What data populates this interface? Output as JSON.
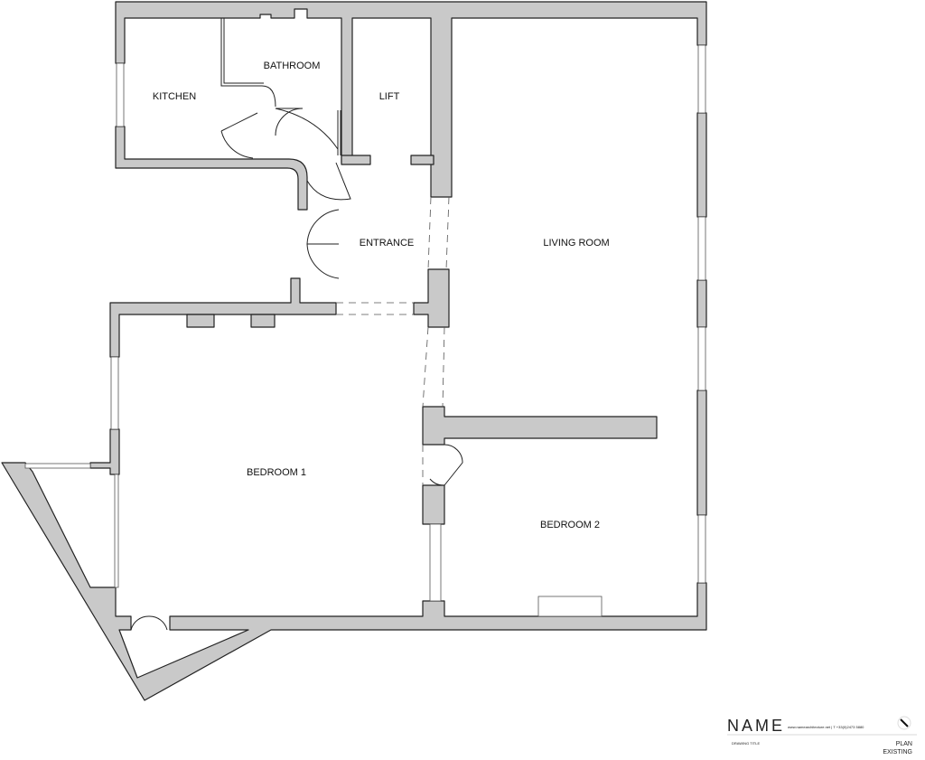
{
  "rooms": {
    "kitchen": "KITCHEN",
    "bathroom": "BATHROOM",
    "lift": "LIFT",
    "entrance": "ENTRANCE",
    "living_room": "LIVING ROOM",
    "bedroom1": "BEDROOM 1",
    "bedroom2": "BEDROOM 2"
  },
  "title_block": {
    "logo": "NAME",
    "contact": "www.namearchitecture.net  |  T +33(0)2473 5880",
    "drawing_title_label": "DRAWING TITLE",
    "title_line1": "PLAN",
    "title_line2": "EXISTING",
    "north_icon": "north-arrow-icon"
  },
  "colors": {
    "wall_fill": "#c9c9c9",
    "line": "#222222"
  }
}
